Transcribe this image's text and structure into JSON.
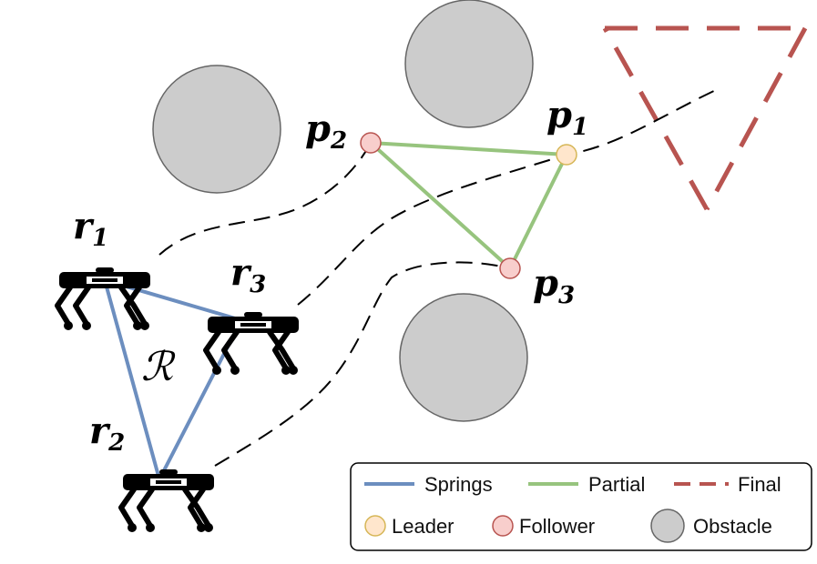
{
  "labels": {
    "p1": {
      "base": "p",
      "sub": "1"
    },
    "p2": {
      "base": "p",
      "sub": "2"
    },
    "p3": {
      "base": "p",
      "sub": "3"
    },
    "r1": {
      "base": "r",
      "sub": "1"
    },
    "r2": {
      "base": "r",
      "sub": "2"
    },
    "r3": {
      "base": "r",
      "sub": "3"
    },
    "formation": "ℛ"
  },
  "legend": {
    "springs": "Springs",
    "partial": "Partial",
    "final": "Final",
    "leader": "Leader",
    "follower": "Follower",
    "obstacle": "Obstacle"
  },
  "colors": {
    "springs": "#6c8ebf",
    "partial": "#82b366",
    "final": "#b85450",
    "leader_fill": "#ffe6cc",
    "leader_stroke": "#d6b656",
    "follower_fill": "#f8cecc",
    "follower_stroke": "#b85450",
    "obstacle_fill": "#cccccc",
    "obstacle_stroke": "#666666",
    "robot": "#000000"
  },
  "icons": {
    "robot": "quadruped-robot-icon",
    "obstacle": "circle-obstacle-icon"
  }
}
